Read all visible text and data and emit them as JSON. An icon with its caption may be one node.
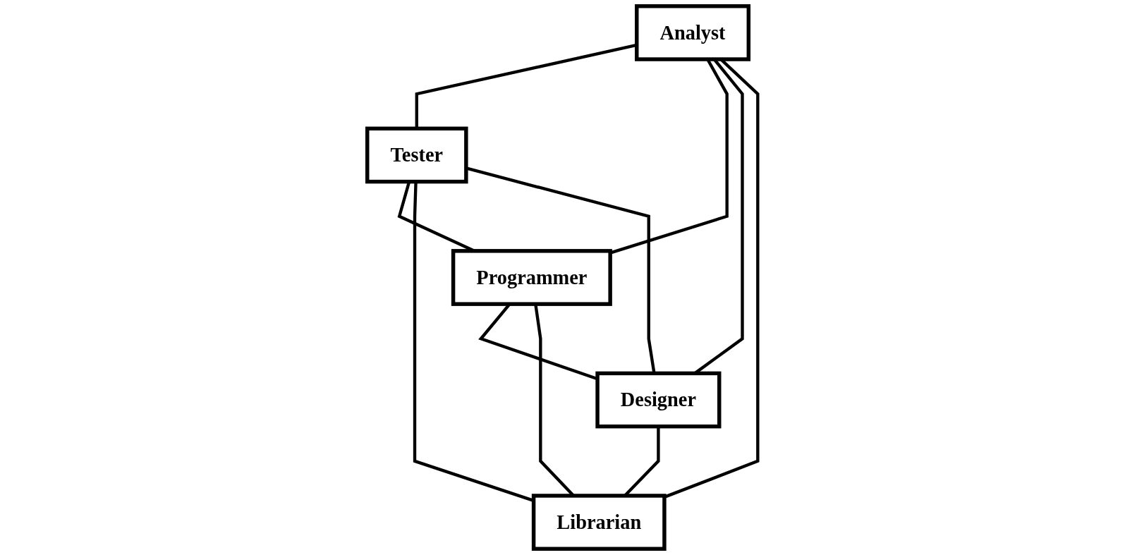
{
  "diagram": {
    "nodes": [
      {
        "text": [
          "Analyst"
        ]
      },
      {
        "text": [
          "Tester"
        ]
      },
      {
        "text": [
          "Programmer"
        ]
      },
      {
        "text": [
          "Designer"
        ]
      },
      {
        "text": [
          "Librarian"
        ]
      }
    ],
    "edges": [
      {
        "from": 0,
        "to": 1,
        "arrow": "none"
      },
      {
        "from": 0,
        "to": 2,
        "arrow": "none"
      },
      {
        "from": 0,
        "to": 3,
        "arrow": "none"
      },
      {
        "from": 0,
        "to": 4,
        "arrow": "none"
      },
      {
        "from": 1,
        "to": 2,
        "arrow": "none"
      },
      {
        "from": 1,
        "to": 4,
        "arrow": "none"
      },
      {
        "from": 1,
        "to": 3,
        "arrow": "none"
      },
      {
        "from": 2,
        "to": 3,
        "arrow": "none"
      },
      {
        "from": 2,
        "to": 4,
        "arrow": "none"
      },
      {
        "from": 3,
        "to": 4,
        "arrow": "none"
      }
    ]
  }
}
